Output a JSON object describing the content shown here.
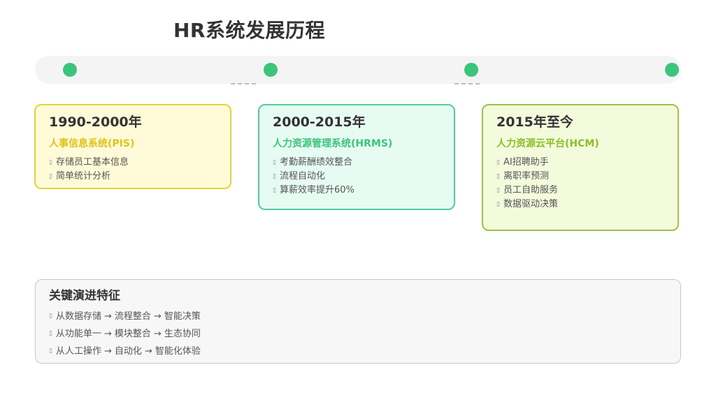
{
  "title": "HR系统发展历程",
  "colors": {
    "dot": "#3cc47c",
    "pis_accent": "#e0c21a",
    "hrms_accent": "#3cc47c",
    "hcm_accent": "#8bbf2a"
  },
  "stages": [
    {
      "period": "1990-2000年",
      "name": "人事信息系统(PIS)",
      "items": [
        "存储员工基本信息",
        "简单统计分析"
      ]
    },
    {
      "period": "2000-2015年",
      "name": "人力资源管理系统(HRMS)",
      "items": [
        "考勤薪酬绩效整合",
        "流程自动化",
        "算薪效率提升60%"
      ]
    },
    {
      "period": "2015年至今",
      "name": "人力资源云平台(HCM)",
      "items": [
        "AI招聘助手",
        "离职率预测",
        "员工自助服务",
        "数据驱动决策"
      ]
    }
  ],
  "summary": {
    "title": "关键演进特征",
    "items": [
      [
        "从数据存储",
        "流程整合",
        "智能决策"
      ],
      [
        "从功能单一",
        "模块整合",
        "生态协同"
      ],
      [
        "从人工操作",
        "自动化",
        "智能化体验"
      ]
    ],
    "arrow": "→"
  }
}
